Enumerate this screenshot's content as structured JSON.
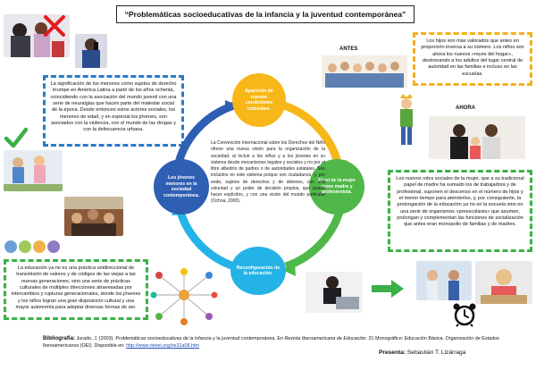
{
  "title": "“Problemáticas socioeducativas de la infancia y la juventud contemporánea”",
  "labels": {
    "antes": "ANTES",
    "ahora": "AHORA"
  },
  "boxes": {
    "top_left": "La significación de los menores como sujetos de derecho irrumpe en América Latina a partir de los años ochenta, coincidiendo con la asociación del mundo juvenil con una serie de neuralgias que hacen parte del malestar social de la época. Desde entonces estos actores sociales, los menores de edad, y en especial los jóvenes, son asociados con la violencia, con el mundo de las drogas y con la delincuencia urbana.",
    "top_right": "Los hijos son más valorados que antes en proporción inversa a su número. Los niños son ahora los nuevos «reyes del hogar», destronando a los adultos del lugar central de autoridad en las familias e incluso en las escuelas.",
    "mid_right": "Los nuevos roles sociales de la mujer, que a su tradicional papel de madre ha sumado los de trabajadora y de profesional, suponen el descenso en el número de hijos y el menor tiempo para atenderlos, y, por consiguiente, la prolongación de la educación ya no en la escuela sino en una serie de organismos «preescolares» que asumen, prolongan y complementan las funciones de socialización que antes eran monopolio de familias y de madres.",
    "bottom_left": "La educación ya no es una práctica unidireccional de transmisión de valores y de códigos de las viejas a las nuevas generaciones, sino una serie de prácticas culturales de múltiples direcciones atravesadas por intercambios y rupturas generacionales, donde los jóvenes y los niños logran una gran disposición cultural y una mayor autonomía para adoptar diversas formas de ser."
  },
  "cycle": {
    "top": "Aparición de nuevos condiciones culturales.",
    "right": "El rol de la mujer como madre y profesionista.",
    "bottom": "Reconfiguración de la educación.",
    "left": "Los jóvenes menores en la sociedad contemporánea.",
    "center": "La Convención Internacional sobre los Derechos del Niño ofrece una nueva visión para la organización de la sociedad, al incluir a los niños y a los jóvenes en su sistema desde mecanismos legales y sociales y no por el libre albedrío de padres o de autoridades estatales. Son incluidos en este sistema porque son ciudadanos, y, por ende, sujetos de derechos y de deberes, con una voluntad y un poder de decisión propios, que puede hacer explícitos, y con una visión del mundo particular (Ochoa, 2000).",
    "colors": {
      "top": "#f7b718",
      "right": "#4fb848",
      "bottom": "#24b3e6",
      "left": "#2f5fb3"
    }
  },
  "bibliography": {
    "label": "Bibliografía:",
    "text": "Jurado, J. (2003). Problemáticas socioeducativas de la infancia y la juventud contemporánea. En",
    "journal": "Revista Iberoamericana de Educación",
    "text2": ". 31 Monográfico: Educación Básica. Organización de Estados Iberoamericanos (OEI). Disponible en:",
    "link": "http://www.rieoei.org/rie31a08.htm"
  },
  "presenter": {
    "label": "Presenta:",
    "name": "Sebastián T. Lizárraga"
  }
}
